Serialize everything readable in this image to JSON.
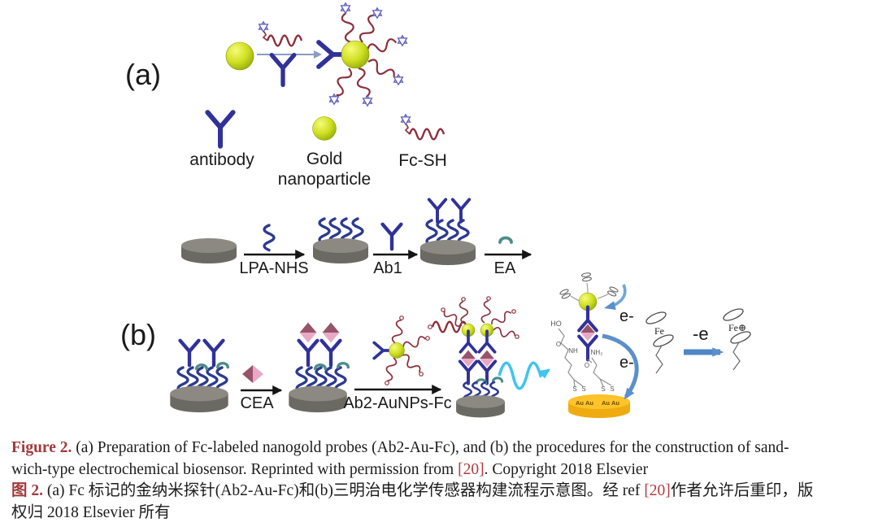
{
  "panels": {
    "a": "(a)",
    "b": "(b)"
  },
  "legend": {
    "antibody": "antibody",
    "gold_line1": "Gold",
    "gold_line2": "nanoparticle",
    "fc_sh": "Fc-SH"
  },
  "steps": {
    "lpa_nhs": "LPA-NHS",
    "ab1": "Ab1",
    "ea": "EA",
    "cea": "CEA",
    "ab2_aunps_fc": "Ab2-AuNPs-Fc"
  },
  "electron": {
    "e_top": "e-",
    "e_bottom": "e-",
    "minus_e": "-e"
  },
  "ferrocene": {
    "reduced": "Fe",
    "oxidized": "Fe⊕"
  },
  "molecule": {
    "ho": "HO",
    "nh": "NH",
    "nh2": "NH₂",
    "o": "O",
    "s": "S",
    "au": "Au"
  },
  "colors": {
    "accent_red": "#a23a3c",
    "gold_nanoparticle": "#c9da1e",
    "antibody_navy": "#31319a",
    "fc_red": "#8d2e3b",
    "electrode_gray": "#6b6963",
    "gold_electrode": "#f5b716",
    "cea_pink_dark": "#96536a",
    "cea_pink_light": "#e9a9c6",
    "cyan_wave": "#41c4ef",
    "electron_arrow_blue": "#5b8fc9"
  },
  "caption": {
    "line1_label": "Figure 2.",
    "line1_text": " (a) Preparation of Fc-labeled nanogold probes (Ab2-Au-Fc), and (b) the procedures for the construction of sand-",
    "line2_pre": "wich-type electrochemical biosensor. Reprinted with permission from ",
    "line2_ref": "[20]",
    "line2_post": ". Copyright 2018 Elsevier",
    "line3_label": "图 2.",
    "line3_pre": " (a) Fc 标记的金纳米探针(Ab2-Au-Fc)和(b)三明治电化学传感器构建流程示意图。经 ref ",
    "line3_ref": "[20]",
    "line3_post": "作者允许后重印，版",
    "line4_text": "权归 2018 Elsevier 所有"
  }
}
